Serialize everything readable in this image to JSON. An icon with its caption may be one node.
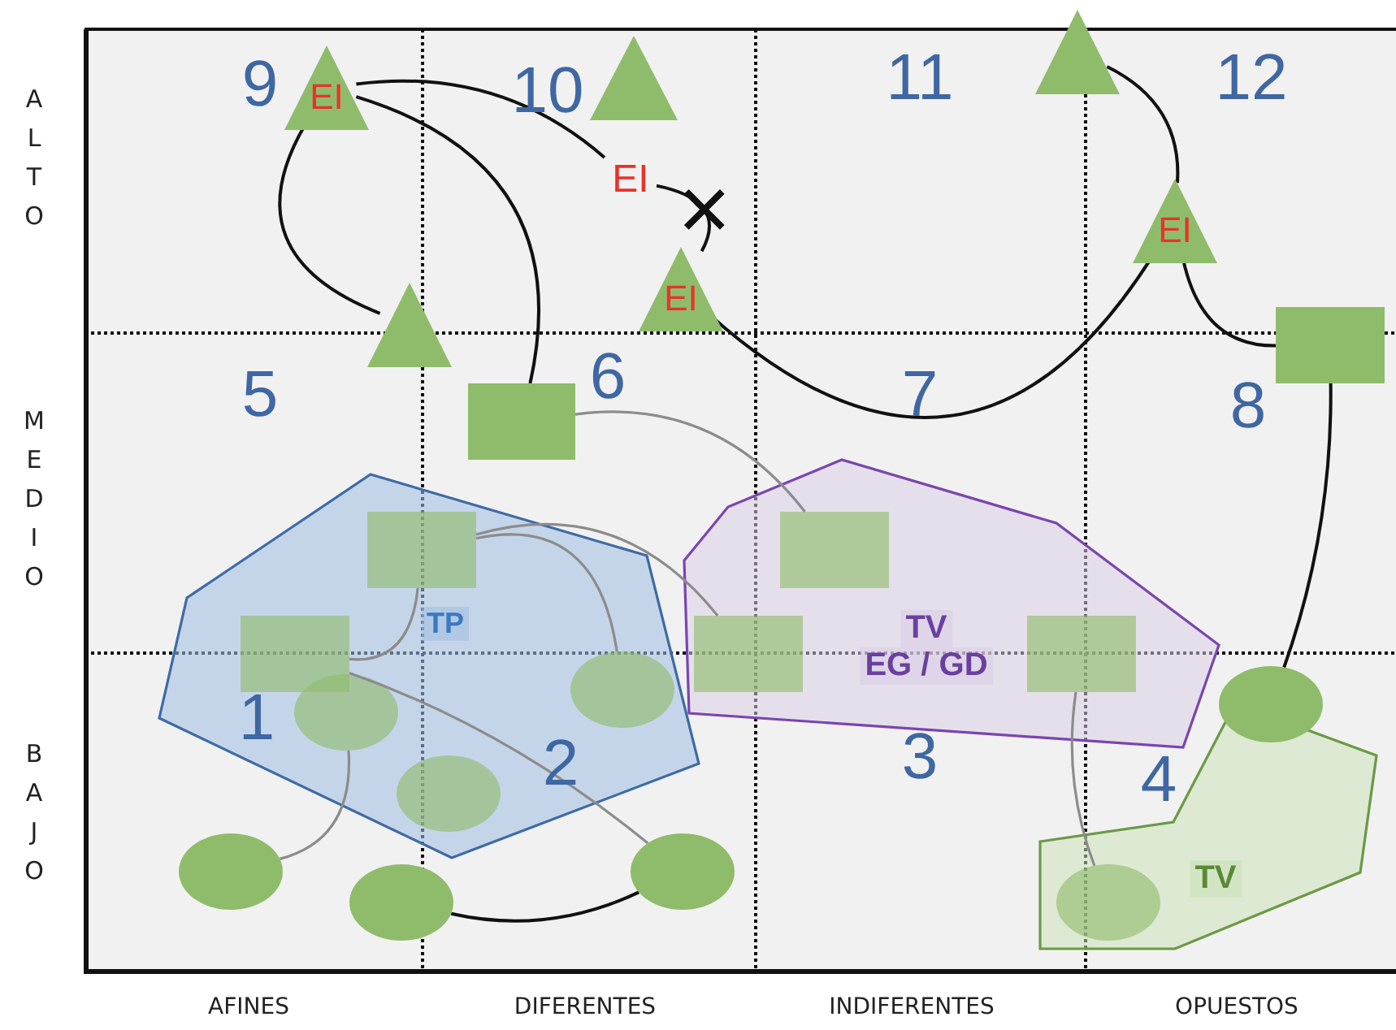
{
  "diagram": {
    "nodes": [
      {
        "text": [
          "EI"
        ]
      },
      {
        "text": [],
        "shape": "triangle"
      },
      {
        "text": [
          "EI"
        ]
      },
      {
        "text": [
          "EI"
        ]
      },
      {
        "text": [],
        "shape": "triangle"
      },
      {
        "text": [],
        "shape": "triangle"
      },
      {
        "text": [
          "EI"
        ]
      },
      {
        "text": [],
        "shape": "box"
      },
      {
        "text": [],
        "shape": "box"
      },
      {
        "text": [
          "TP"
        ]
      },
      {
        "text": [],
        "shape": "box",
        "in": 9
      },
      {
        "text": [],
        "shape": "box",
        "in": 9
      },
      {
        "text": [],
        "shape": "ellipse",
        "in": 9
      },
      {
        "text": [],
        "shape": "ellipse",
        "in": 9
      },
      {
        "text": [],
        "shape": "ellipse",
        "in": 9
      },
      {
        "text": [
          "TV",
          "EG / GD"
        ]
      },
      {
        "text": [],
        "shape": "box",
        "in": 15
      },
      {
        "text": [],
        "shape": "box",
        "in": 15
      },
      {
        "text": [],
        "shape": "box",
        "in": 15
      },
      {
        "text": [
          "TV"
        ]
      },
      {
        "text": [],
        "shape": "ellipse",
        "in": 19
      },
      {
        "text": [],
        "shape": "ellipse"
      },
      {
        "text": [],
        "shape": "ellipse"
      },
      {
        "text": [],
        "shape": "ellipse"
      },
      {
        "text": [],
        "shape": "ellipse"
      }
    ],
    "edges": [
      {
        "from": 0,
        "to": 2,
        "arrow": "none"
      },
      {
        "from": 0,
        "to": 7,
        "arrow": "none"
      },
      {
        "from": 0,
        "to": 4,
        "arrow": "none"
      },
      {
        "from": 2,
        "to": 3,
        "arrow": "none"
      },
      {
        "from": 3,
        "to": 6,
        "arrow": "none"
      },
      {
        "from": 5,
        "to": 6,
        "arrow": "none"
      },
      {
        "from": 6,
        "to": 8,
        "arrow": "none"
      },
      {
        "from": 8,
        "to": 21,
        "arrow": "none"
      },
      {
        "from": 23,
        "to": 24,
        "arrow": "none"
      },
      {
        "from": 7,
        "to": 16,
        "arrow": "none",
        "color": "#8c8c8c"
      },
      {
        "from": 10,
        "to": 11,
        "arrow": "none",
        "color": "#8c8c8c"
      },
      {
        "from": 10,
        "to": 13,
        "arrow": "none",
        "color": "#8c8c8c"
      },
      {
        "from": 10,
        "to": 17,
        "arrow": "none",
        "color": "#8c8c8c"
      },
      {
        "from": 11,
        "to": 24,
        "arrow": "none",
        "color": "#8c8c8c"
      },
      {
        "from": 12,
        "to": 22,
        "arrow": "none",
        "color": "#8c8c8c"
      },
      {
        "from": 18,
        "to": 20,
        "arrow": "none",
        "color": "#8c8c8c"
      }
    ],
    "labels": [
      "ALTO",
      "9",
      "10",
      "11",
      "12",
      "MEDIO",
      "5",
      "6",
      "7",
      "8",
      "BAJO",
      "1",
      "2",
      "3",
      "4",
      "AFINES",
      "DIFERENTES",
      "INDIFERENTES",
      "OPUESTOS"
    ]
  }
}
